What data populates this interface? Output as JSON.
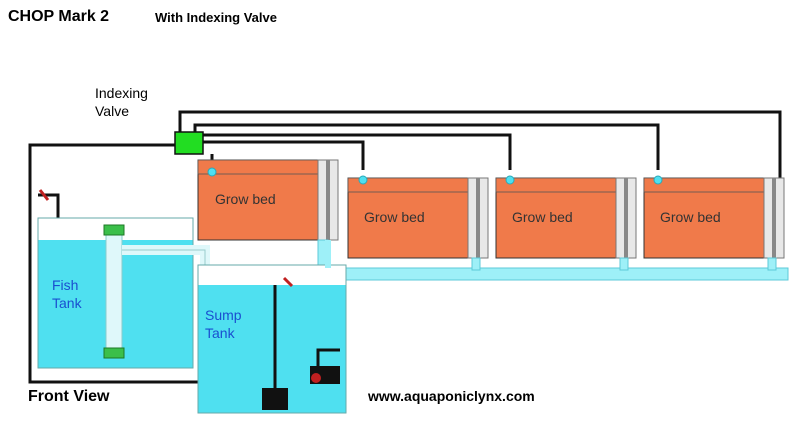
{
  "header": {
    "title": "CHOP Mark 2",
    "subtitle": "With Indexing Valve"
  },
  "labels": {
    "indexing_valve_line1": "Indexing",
    "indexing_valve_line2": "Valve",
    "front_view": "Front View",
    "website": "www.aquaponiclynx.com"
  },
  "grow_beds": [
    {
      "label": "Grow bed"
    },
    {
      "label": "Grow bed"
    },
    {
      "label": "Grow bed"
    },
    {
      "label": "Grow bed"
    }
  ],
  "fish_tank": {
    "line1": "Fish",
    "line2": "Tank"
  },
  "sump_tank": {
    "line1": "Sump",
    "line2": "Tank"
  },
  "colors": {
    "grow_bed": "#f07a4a",
    "water": "#4fe0f0",
    "valve": "#22dd22",
    "pipe": "#111111",
    "return_pipe": "#9ef0f8",
    "tank_label": "#1a4fd0"
  }
}
